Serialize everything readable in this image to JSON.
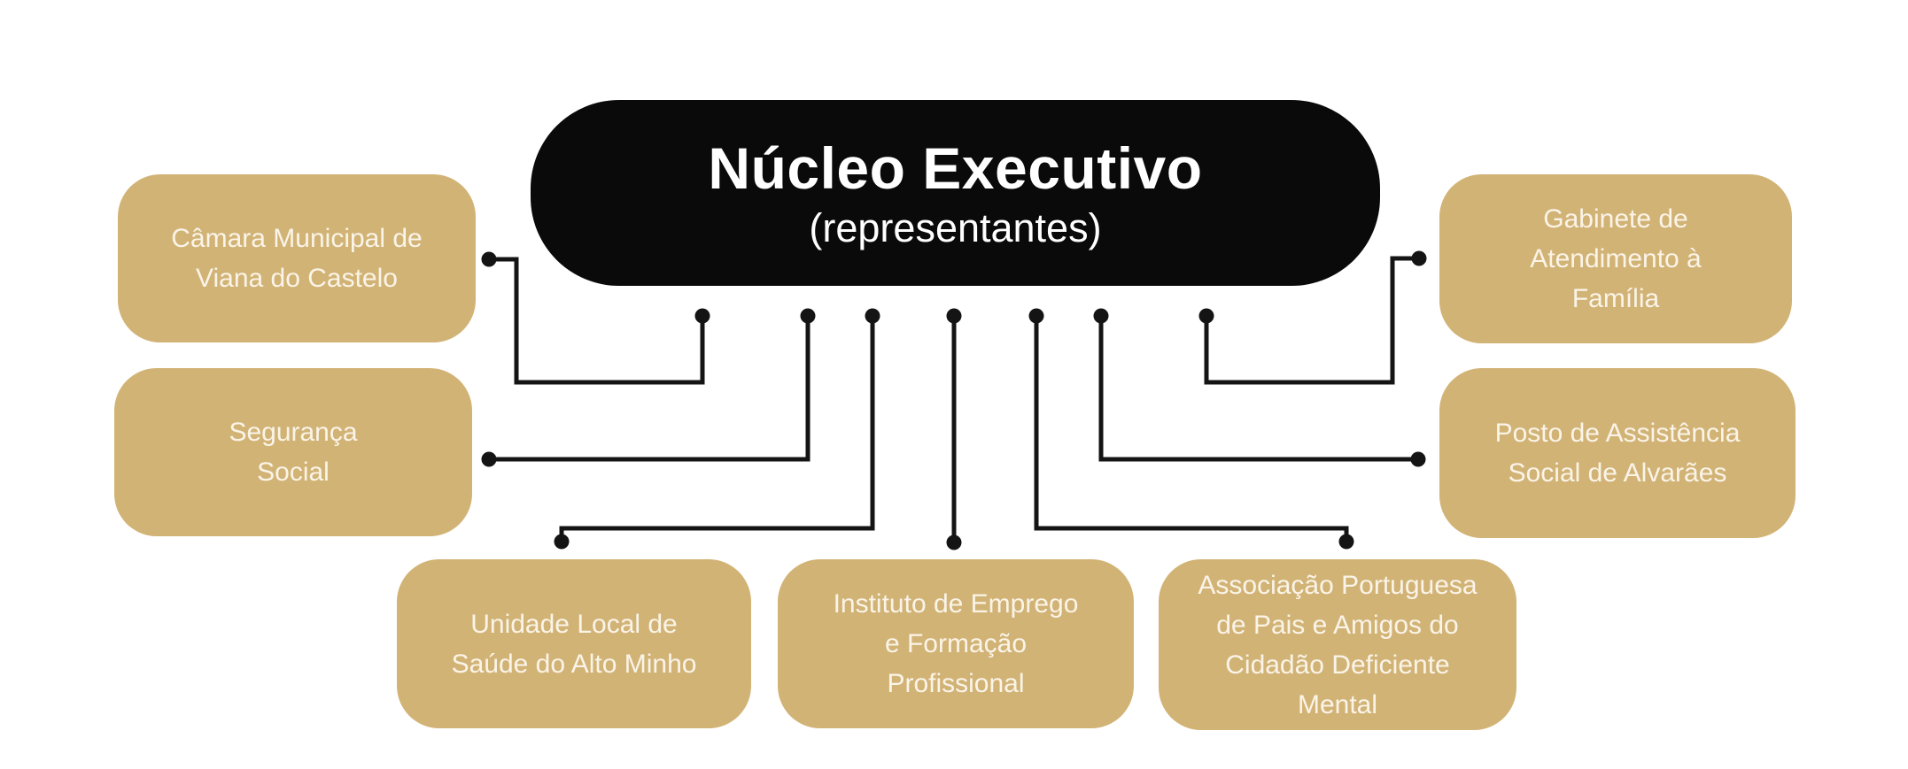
{
  "header": {
    "title": "Núcleo Executivo",
    "subtitle": "(representantes)"
  },
  "nodes": [
    {
      "id": "camara",
      "label": "Câmara Municipal de\nViana do Castelo"
    },
    {
      "id": "seguranca",
      "label": "Segurança\nSocial"
    },
    {
      "id": "gabinete",
      "label": "Gabinete de\nAtendimento à\nFamília"
    },
    {
      "id": "posto",
      "label": "Posto de Assistência\nSocial de Alvarães"
    },
    {
      "id": "unidade",
      "label": "Unidade Local de\nSaúde do Alto Minho"
    },
    {
      "id": "instituto",
      "label": "Instituto de Emprego\ne Formação\nProfissional"
    },
    {
      "id": "associacao",
      "label": "Associação Portuguesa\nde Pais e Amigos do\nCidadão Deficiente\nMental"
    }
  ],
  "edges": [
    {
      "from": "nucleo-executivo",
      "to": "camara"
    },
    {
      "from": "nucleo-executivo",
      "to": "seguranca"
    },
    {
      "from": "nucleo-executivo",
      "to": "unidade"
    },
    {
      "from": "nucleo-executivo",
      "to": "instituto"
    },
    {
      "from": "nucleo-executivo",
      "to": "associacao"
    },
    {
      "from": "nucleo-executivo",
      "to": "posto"
    },
    {
      "from": "nucleo-executivo",
      "to": "gabinete"
    }
  ],
  "colors": {
    "page_bg": "#ffffff",
    "header_fill": "#0a0a0a",
    "header_text": "#ffffff",
    "node_fill": "#d2b376",
    "node_text": "#faf4e8",
    "connector": "#141414"
  }
}
